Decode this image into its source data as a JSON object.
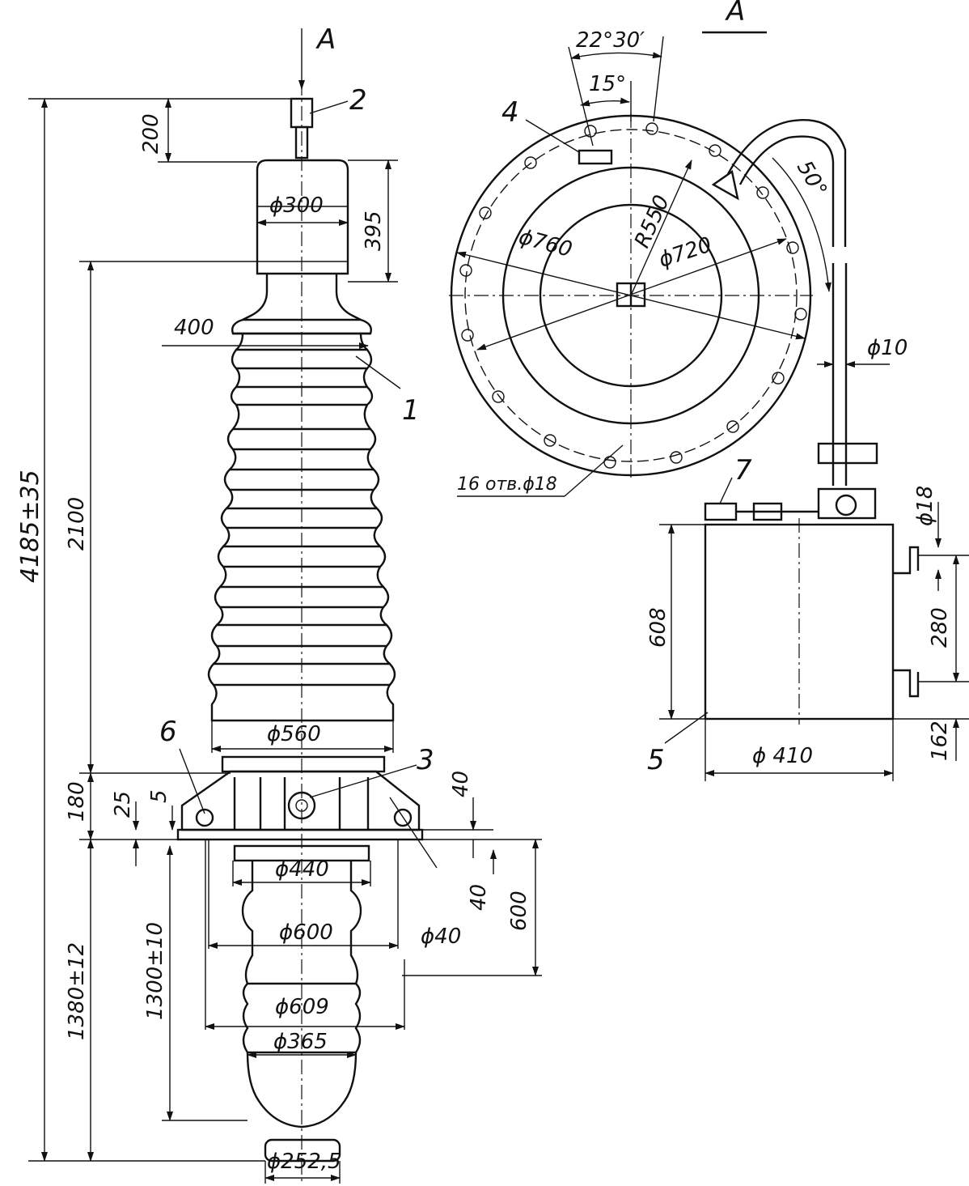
{
  "view_label": "A",
  "section_label": "A",
  "callouts": [
    "1",
    "2",
    "3",
    "4",
    "5",
    "6",
    "7"
  ],
  "left_view": {
    "total_height": "4185±35",
    "upper_height": "2100",
    "lower_height": "1380±12",
    "lower_inner_height": "1300±10",
    "top_terminal_h": "200",
    "cap_h": "395",
    "cap_dia": "ϕ300",
    "shed_width": "400",
    "flange_dia": "ϕ560",
    "flange_h": "180",
    "dim_25": "25",
    "dim_5": "5",
    "dim_40_top": "40",
    "dim_40_bottom": "40",
    "hole_dia": "ϕ40",
    "dim_600_v": "600",
    "lower_d1": "ϕ440",
    "lower_d2": "ϕ600",
    "lower_d3": "ϕ609",
    "lower_d4": "ϕ365",
    "bottom_dia": "ϕ252,5"
  },
  "top_view": {
    "angle_outer": "22°30′",
    "angle_inner": "15°",
    "angle_pipe": "50°",
    "outer_dia": "ϕ760",
    "radius": "R550",
    "inner_dia": "ϕ720",
    "pipe_dia": "ϕ10",
    "holes_note": "16 отв.ϕ18"
  },
  "tank_view": {
    "tank_h": "608",
    "tank_dia": "ϕ 410",
    "pipe_dia": "ϕ18",
    "dim_280": "280",
    "dim_162": "162"
  }
}
